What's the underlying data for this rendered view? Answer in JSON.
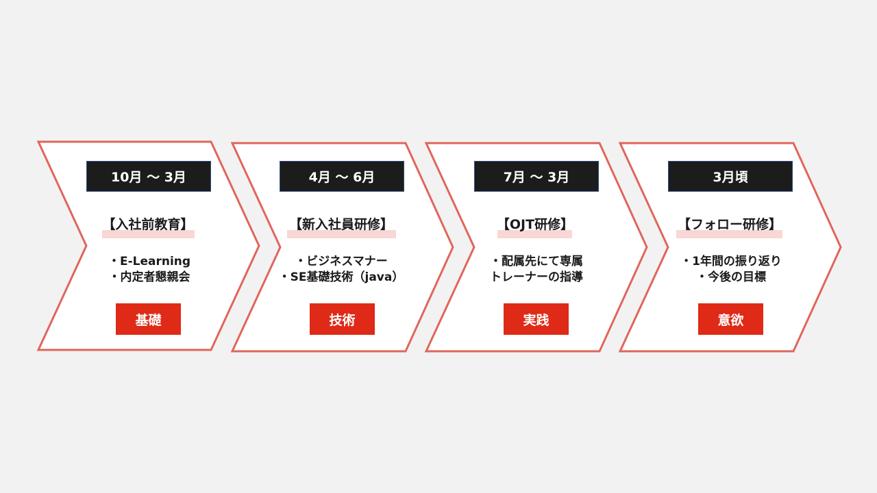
{
  "stages": [
    {
      "period": "10月 ～ 3月",
      "title": "【入社前教育】",
      "items": [
        "・E-Learning",
        "・内定者懇親会"
      ],
      "badge": "基礎"
    },
    {
      "period": "4月 ～ 6月",
      "title": "【新入社員研修】",
      "items": [
        "・ビジネスマナー",
        "・SE基礎技術（java）"
      ],
      "badge": "技術"
    },
    {
      "period": "7月 ～ 3月",
      "title": "【OJT研修】",
      "items": [
        "・配属先にて専属",
        "トレーナーの指導"
      ],
      "badge": "実践"
    },
    {
      "period": "3月頃",
      "title": "【フォロー研修】",
      "items": [
        "・1年間の振り返り",
        "・今後の目標"
      ],
      "badge": "意欲"
    }
  ],
  "colors": {
    "background": "#f2f2f2",
    "chevron_fill": "#ffffff",
    "chevron_stroke": "#e0665a",
    "period_fill": "#1c1c1c",
    "title_highlight": "#f8d7d5",
    "badge_fill": "#de2a17"
  }
}
